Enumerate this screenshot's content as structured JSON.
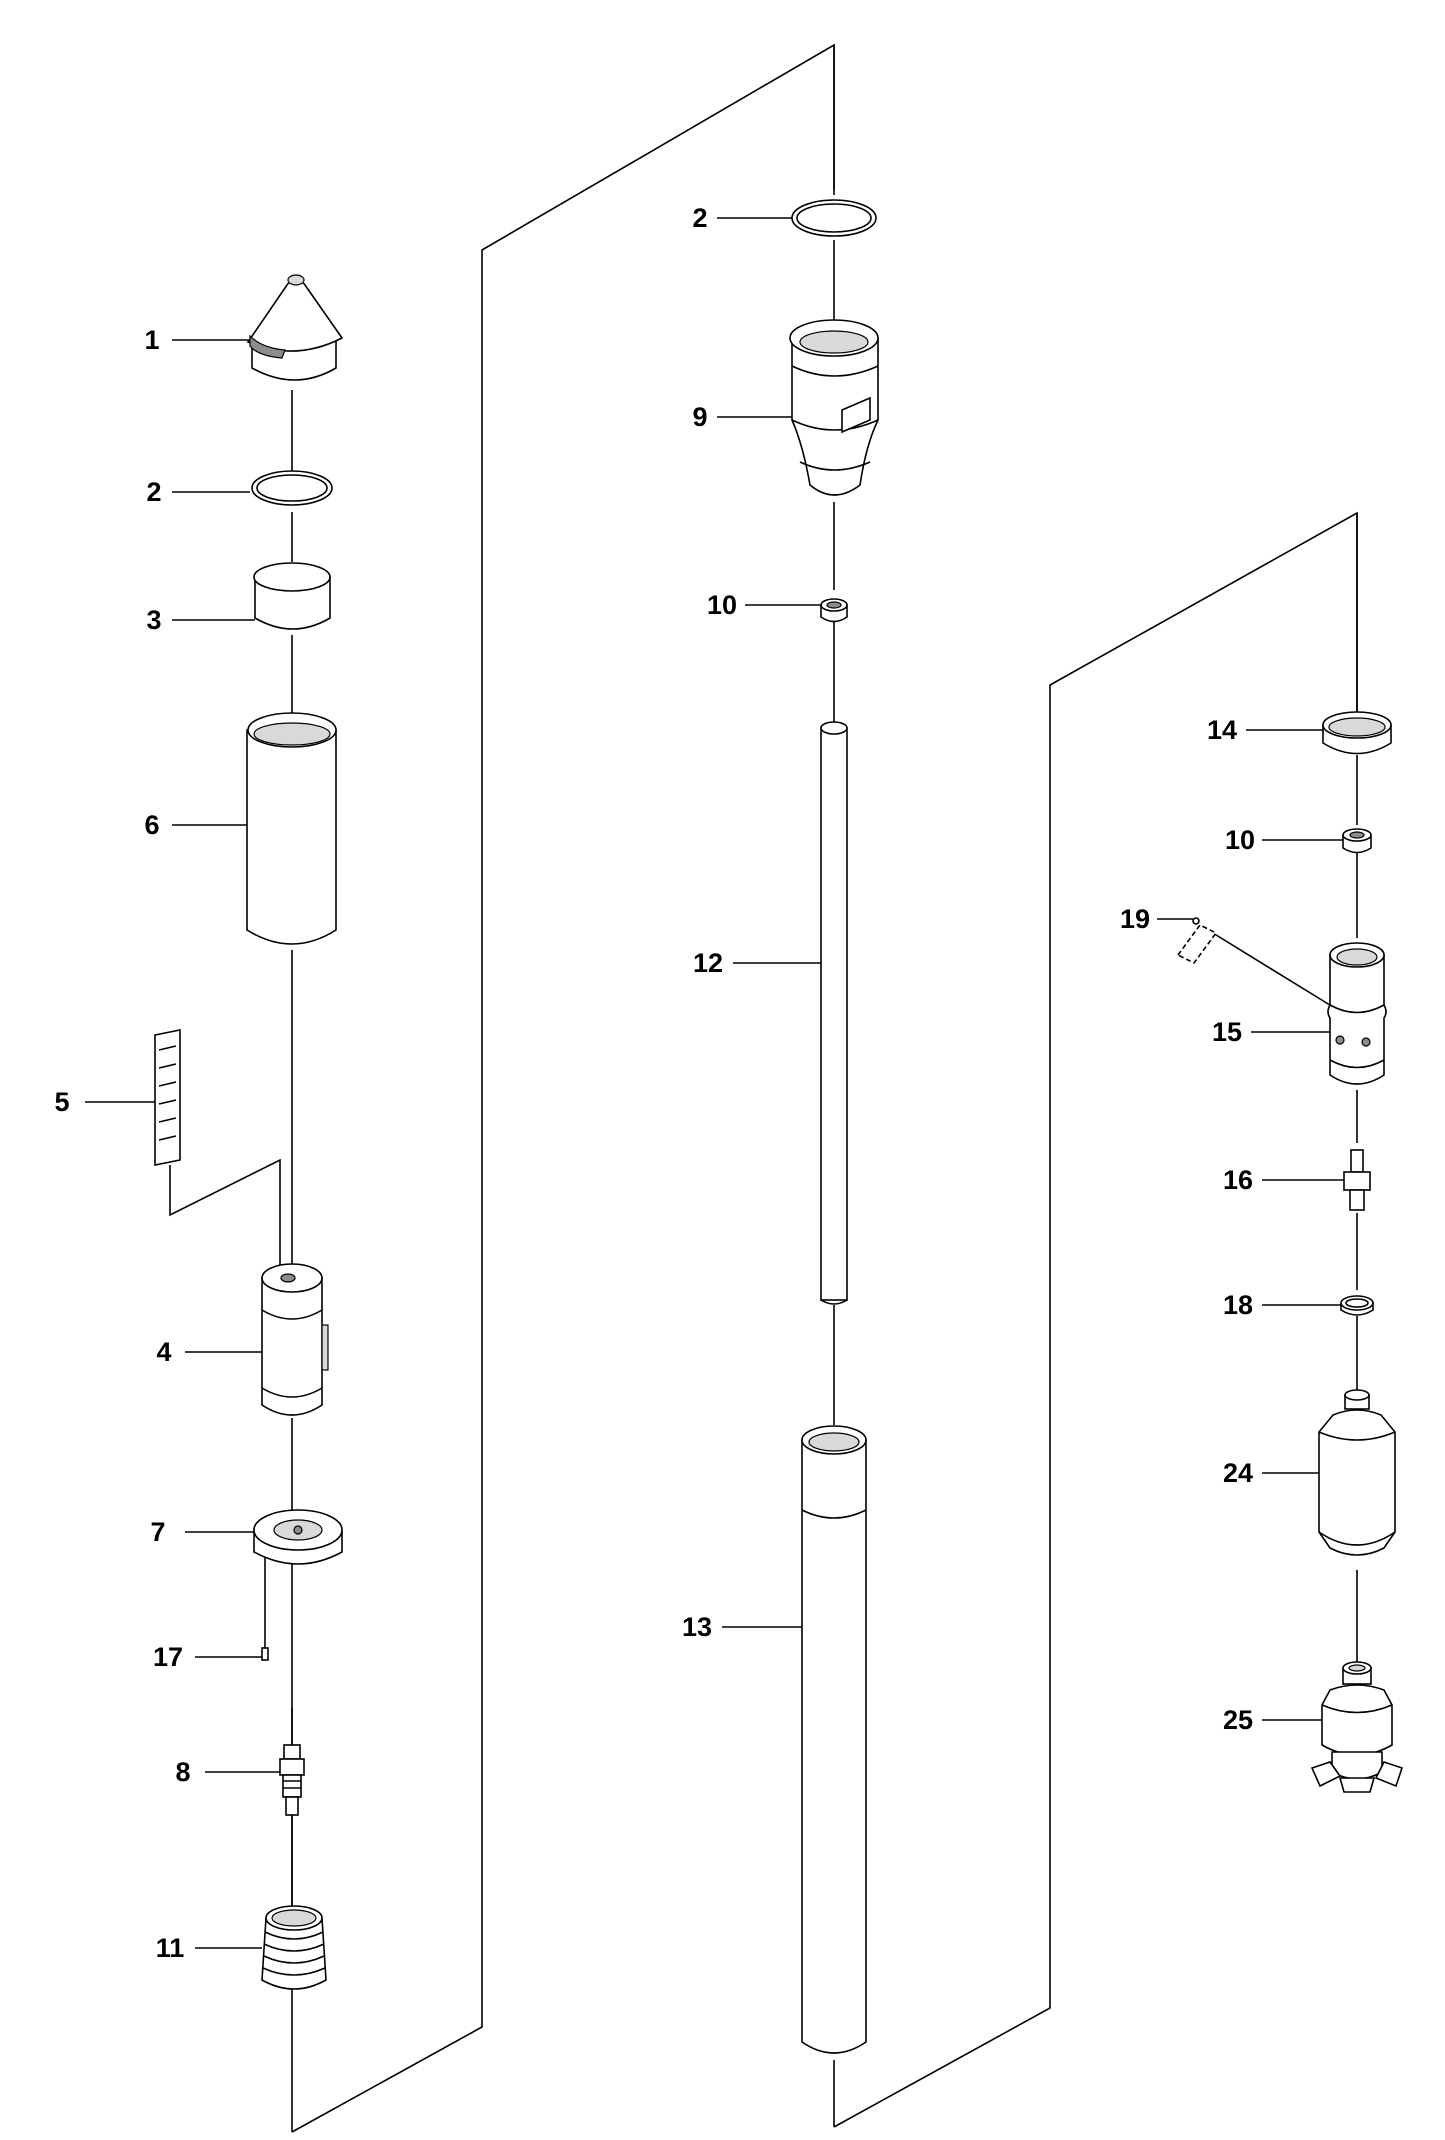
{
  "callouts": [
    "1",
    "2",
    "3",
    "6",
    "5",
    "4",
    "7",
    "17",
    "8",
    "11",
    "2",
    "9",
    "10",
    "12",
    "13",
    "14",
    "10",
    "19",
    "15",
    "16",
    "18",
    "24",
    "25"
  ]
}
